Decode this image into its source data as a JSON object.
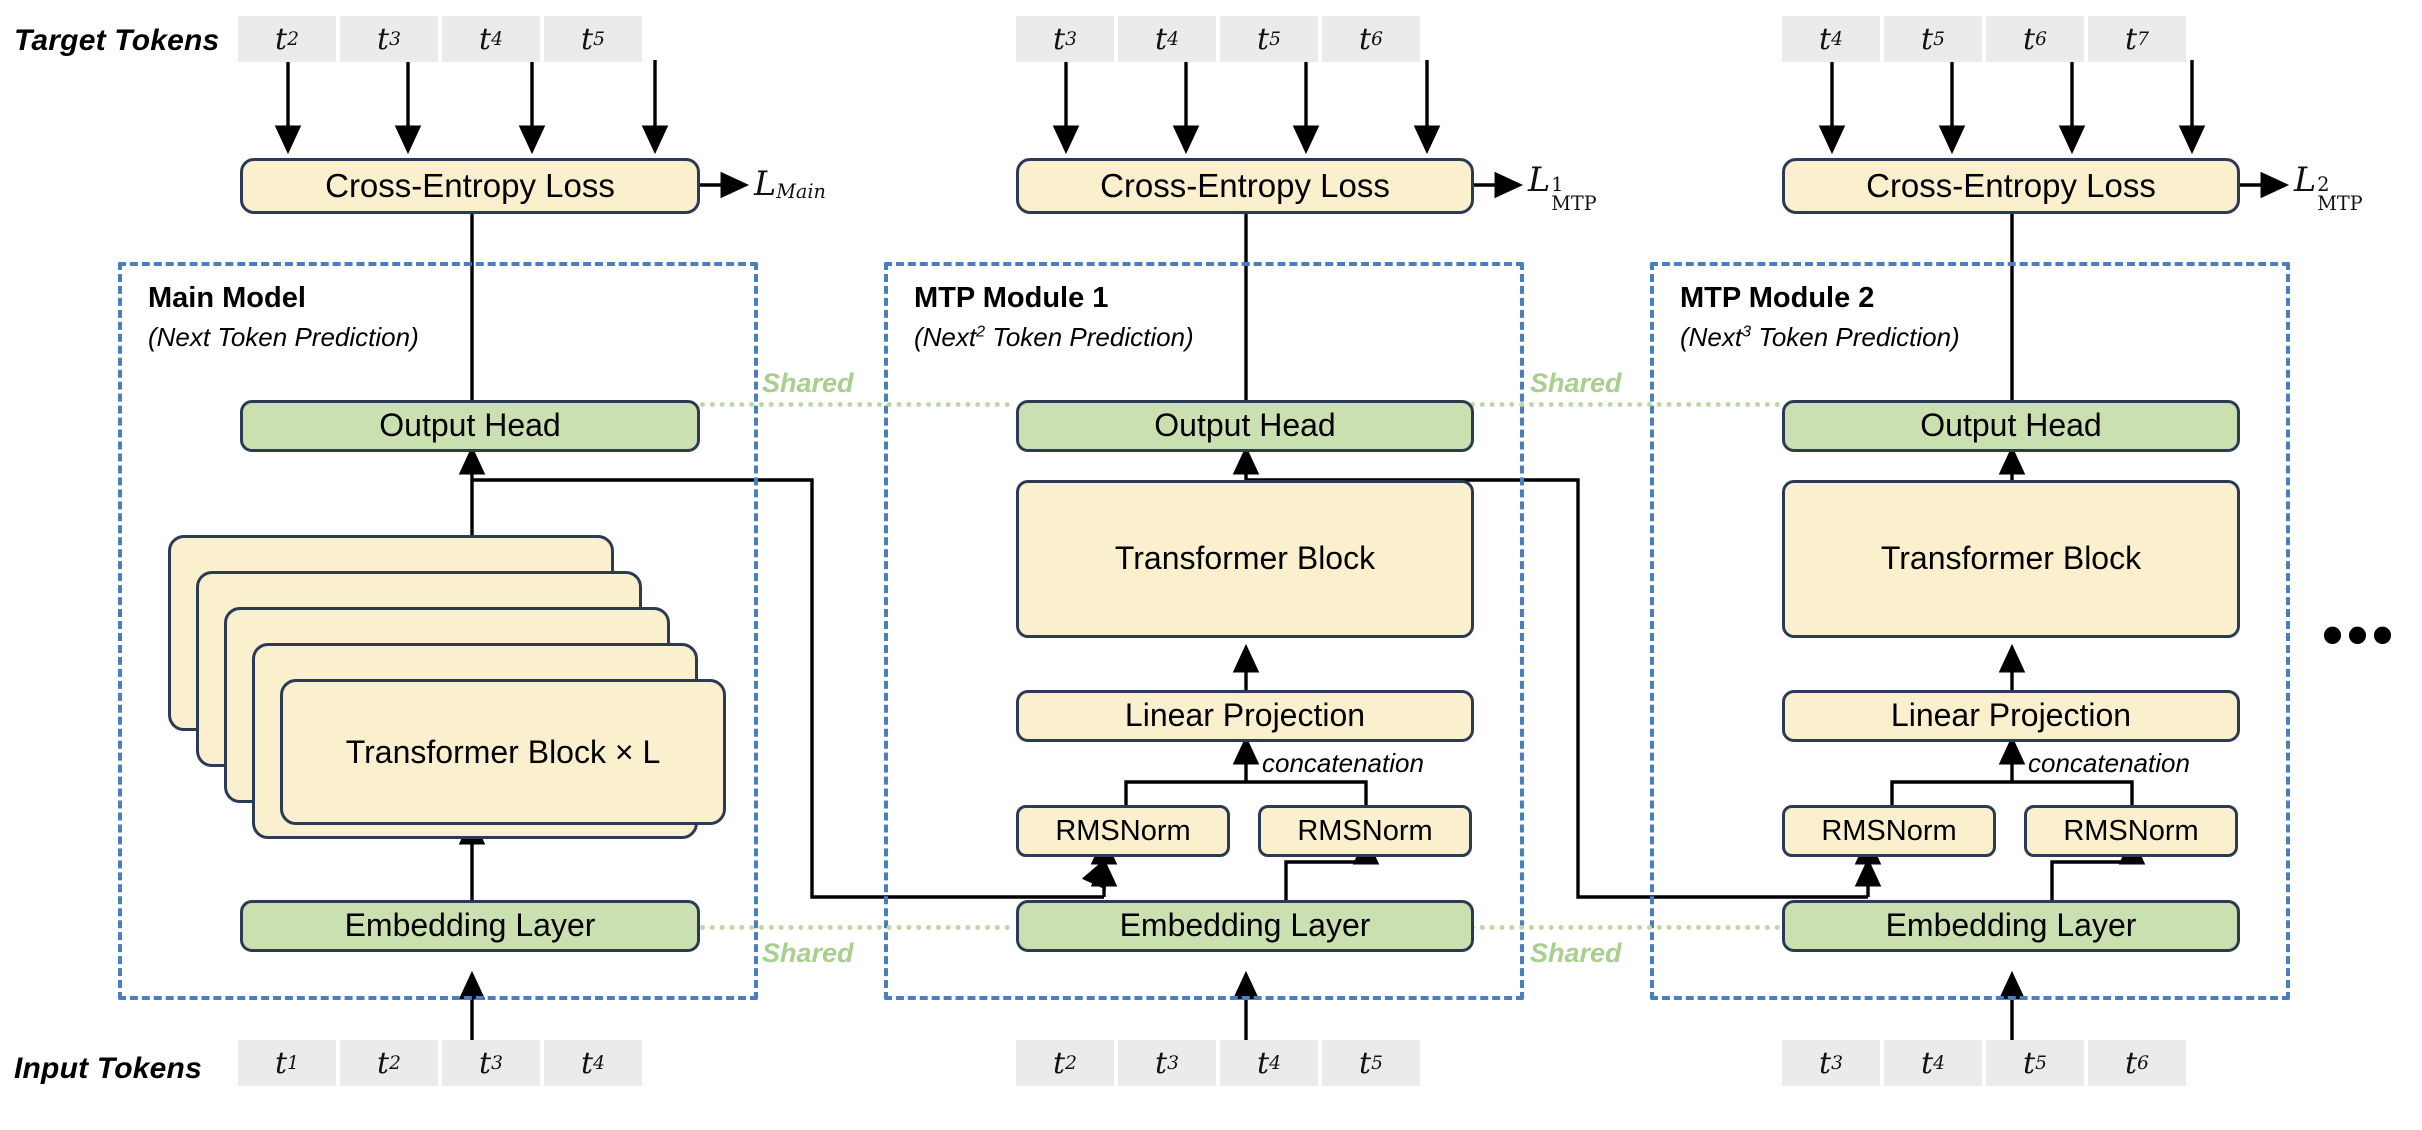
{
  "captions": {
    "target_tokens": "Target Tokens",
    "input_tokens": "Input Tokens"
  },
  "labels": {
    "cross_entropy": "Cross-Entropy Loss",
    "output_head": "Output Head",
    "embedding_layer": "Embedding Layer",
    "transformer_block": "Transformer Block",
    "transformer_block_xl": "Transformer Block × L",
    "linear_projection": "Linear Projection",
    "rmsnorm": "RMSNorm",
    "concatenation": "concatenation",
    "shared": "Shared",
    "ellipsis": "•••"
  },
  "colors": {
    "box_yellow": "#fbf0cd",
    "box_green": "#cbe0b1",
    "box_border": "#2b3a55",
    "token_bg": "#ebebeb",
    "frame_dashed": "#4a7fbf",
    "shared_green": "#a8cf8c",
    "wire": "#000000"
  },
  "modules": [
    {
      "id": "main",
      "title": "Main Model",
      "subtitle_prefix": "(Next",
      "subtitle_sup": "",
      "subtitle_suffix": " Token Prediction)",
      "subtitle_full": "(Next Token Prediction)",
      "target_tokens": [
        "t2",
        "t3",
        "t4",
        "t5"
      ],
      "target_token_subs": [
        "2",
        "3",
        "4",
        "5"
      ],
      "input_tokens": [
        "t1",
        "t2",
        "t3",
        "t4"
      ],
      "input_token_subs": [
        "1",
        "2",
        "3",
        "4"
      ],
      "loss": {
        "symbol": "L",
        "sub": "Main",
        "sup": ""
      },
      "loss_text": "L_Main",
      "transformer_label": "Transformer Block × L",
      "stack_count": 5
    },
    {
      "id": "mtp1",
      "title": "MTP Module 1",
      "subtitle_prefix": "(Next",
      "subtitle_sup": "2",
      "subtitle_suffix": " Token Prediction)",
      "subtitle_full": "(Next2 Token Prediction)",
      "target_tokens": [
        "t3",
        "t4",
        "t5",
        "t6"
      ],
      "target_token_subs": [
        "3",
        "4",
        "5",
        "6"
      ],
      "input_tokens": [
        "t2",
        "t3",
        "t4",
        "t5"
      ],
      "input_token_subs": [
        "2",
        "3",
        "4",
        "5"
      ],
      "loss": {
        "symbol": "L",
        "sub": "MTP",
        "sup": "1"
      },
      "loss_text": "L^1_MTP",
      "transformer_label": "Transformer Block",
      "stack_count": 1
    },
    {
      "id": "mtp2",
      "title": "MTP Module 2",
      "subtitle_prefix": "(Next",
      "subtitle_sup": "3",
      "subtitle_suffix": " Token Prediction)",
      "subtitle_full": "(Next3 Token Prediction)",
      "target_tokens": [
        "t4",
        "t5",
        "t6",
        "t7"
      ],
      "target_token_subs": [
        "4",
        "5",
        "6",
        "7"
      ],
      "input_tokens": [
        "t3",
        "t4",
        "t5",
        "t6"
      ],
      "input_token_subs": [
        "3",
        "4",
        "5",
        "6"
      ],
      "loss": {
        "symbol": "L",
        "sub": "MTP",
        "sup": "2"
      },
      "loss_text": "L^2_MTP",
      "transformer_label": "Transformer Block",
      "stack_count": 1
    }
  ],
  "shared_links": [
    {
      "id": "output-head-1",
      "label": "Shared"
    },
    {
      "id": "output-head-2",
      "label": "Shared"
    },
    {
      "id": "embedding-1",
      "label": "Shared"
    },
    {
      "id": "embedding-2",
      "label": "Shared"
    }
  ],
  "token_letter": "t"
}
